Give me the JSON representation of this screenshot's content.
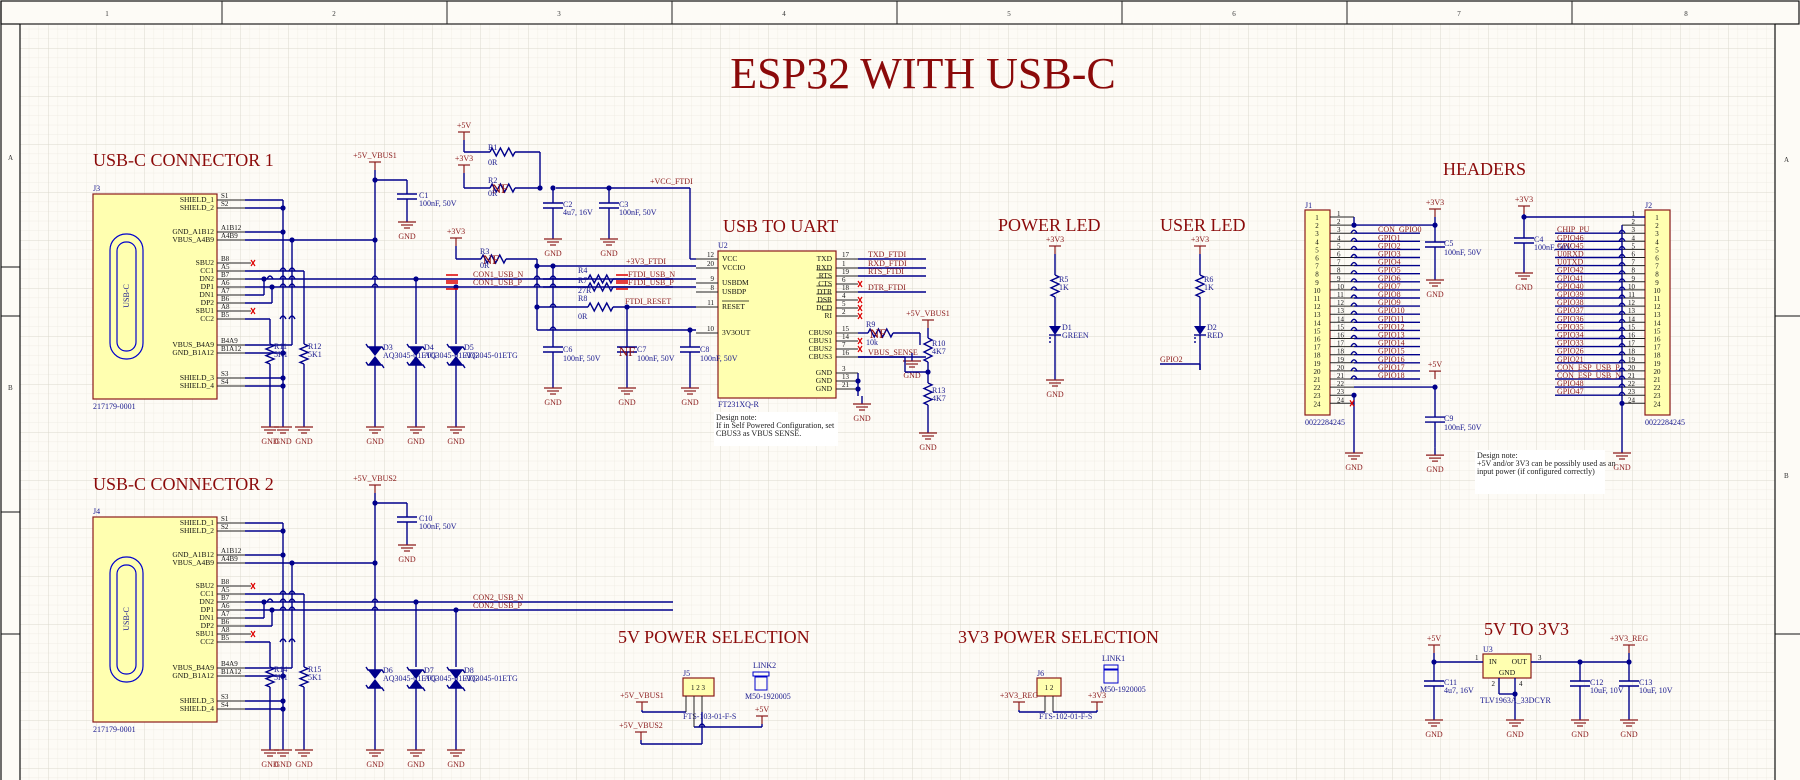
{
  "title": "ESP32 WITH USB-C",
  "ruler": {
    "columns": [
      "1",
      "2",
      "3",
      "4",
      "5",
      "6",
      "7",
      "8"
    ],
    "rows": [
      "A",
      "B"
    ]
  },
  "sections": {
    "usbc1": "USB-C CONNECTOR 1",
    "usbc2": "USB-C CONNECTOR 2",
    "uart": "USB TO UART",
    "power_led": "POWER LED",
    "user_led": "USER LED",
    "headers": "HEADERS",
    "pwr5v": "5V POWER SELECTION",
    "pwr3v3": "3V3 POWER SELECTION",
    "reg": "5V TO 3V3"
  },
  "usbc": {
    "body_label": "USB-C",
    "part": "217179-0001",
    "pins": [
      {
        "name": "SHIELD_1",
        "num": "S1"
      },
      {
        "name": "SHIELD_2",
        "num": "S2"
      },
      {
        "name": "GND_A1B12",
        "num": "A1B12"
      },
      {
        "name": "VBUS_A4B9",
        "num": "A4B9"
      },
      {
        "name": "SBU2",
        "num": "B8"
      },
      {
        "name": "CC1",
        "num": "A5"
      },
      {
        "name": "DN2",
        "num": "B7"
      },
      {
        "name": "DP1",
        "num": "A6"
      },
      {
        "name": "DN1",
        "num": "A7"
      },
      {
        "name": "DP2",
        "num": "B6"
      },
      {
        "name": "SBU1",
        "num": "A8"
      },
      {
        "name": "CC2",
        "num": "B5"
      },
      {
        "name": "VBUS_B4A9",
        "num": "B4A9"
      },
      {
        "name": "GND_B1A12",
        "num": "B1A12"
      },
      {
        "name": "SHIELD_3",
        "num": "S3"
      },
      {
        "name": "SHIELD_4",
        "num": "S4"
      }
    ],
    "c1": {
      "ref": "J3",
      "vbus": "+5V_VBUS1",
      "cap": "C1",
      "cap_val": "100nF, 50V",
      "r_a": "R11",
      "r_b": "R12",
      "r_val": "5K1",
      "d": [
        "D3",
        "D4",
        "D5"
      ],
      "d_val": "AQ3045-01ETG",
      "net_n": "CON1_USB_N",
      "net_p": "CON1_USB_P"
    },
    "c2": {
      "ref": "J4",
      "vbus": "+5V_VBUS2",
      "cap": "C10",
      "cap_val": "100nF, 50V",
      "r_a": "R14",
      "r_b": "R15",
      "r_val": "5K1",
      "d": [
        "D6",
        "D7",
        "D8"
      ],
      "d_val": "AQ3045-01ETG",
      "net_n": "CON2_USB_N",
      "net_p": "CON2_USB_P"
    }
  },
  "power_names": {
    "gnd": "GND",
    "p5v": "+5V",
    "p3v3": "+3V3",
    "p3v3reg": "+3V3_REG"
  },
  "uart": {
    "ref": "U2",
    "part": "FT231XQ-R",
    "left_pins": [
      {
        "name": "VCC",
        "num": "12"
      },
      {
        "name": "VCCIO",
        "num": "20"
      },
      {
        "name": "USBDM",
        "num": "9"
      },
      {
        "name": "USBDP",
        "num": "8"
      },
      {
        "name": "RESET",
        "num": "11"
      },
      {
        "name": "3V3OUT",
        "num": "10"
      }
    ],
    "right_pins": [
      {
        "name": "TXD",
        "num": "17",
        "net": "TXD_FTDI"
      },
      {
        "name": "RXD",
        "num": "1",
        "net": "RXD_FTDI"
      },
      {
        "name": "RTS",
        "num": "19",
        "net": "RTS_FTDI"
      },
      {
        "name": "CTS",
        "num": "6",
        "net": ""
      },
      {
        "name": "DTR",
        "num": "18",
        "net": "DTR_FTDI"
      },
      {
        "name": "DSR",
        "num": "4",
        "net": ""
      },
      {
        "name": "DCD",
        "num": "5",
        "net": ""
      },
      {
        "name": "RI",
        "num": "2",
        "net": ""
      },
      {
        "name": "CBUS0",
        "num": "15",
        "net": ""
      },
      {
        "name": "CBUS1",
        "num": "14",
        "net": ""
      },
      {
        "name": "CBUS2",
        "num": "7",
        "net": ""
      },
      {
        "name": "CBUS3",
        "num": "16",
        "net": "VBUS_SENSE"
      },
      {
        "name": "GND",
        "num": "3",
        "net": ""
      },
      {
        "name": "GND",
        "num": "13",
        "net": ""
      },
      {
        "name": "GND",
        "num": "21",
        "net": ""
      }
    ],
    "nets": {
      "vcc": "+VCC_FTDI",
      "vccio": "+3V3_FTDI",
      "usb_n": "FTDI_USB_N",
      "usb_p": "FTDI_USB_P",
      "reset": "FTDI_RESET",
      "con1_n": "CON1_USB_N",
      "con1_p": "CON1_USB_P",
      "vbus1": "+5V_VBUS1"
    },
    "parts": {
      "r1": "R1",
      "r1v": "0R",
      "r2": "R2",
      "r2v": "0R",
      "r3": "R3",
      "r3v": "0R",
      "r4": "R4",
      "r4v": "27R",
      "r7": "R7",
      "r7v": "27R",
      "r8": "R8",
      "r8v": "0R",
      "r9": "R9",
      "r9v": "10k",
      "r10": "R10",
      "r10v": "4K7",
      "r13": "R13",
      "r13v": "4K7",
      "c2": "C2",
      "c2v": "4u7, 16V",
      "c3": "C3",
      "c3v": "100nF, 50V",
      "c6": "C6",
      "c6v": "100nF, 50V",
      "c7": "C7",
      "c7v": "100nF, 50V",
      "c8": "C8",
      "c8v": "100nF, 50V",
      "nf": "NF"
    },
    "note": [
      "Design note:",
      "If in Self Powered Configuration, set",
      "CBUS3 as VBUS SENSE."
    ]
  },
  "leds": {
    "power": {
      "r": "R5",
      "rv": "1K",
      "d": "D1",
      "dv": "GREEN",
      "supply": "+3V3",
      "gnd": "GND"
    },
    "user": {
      "r": "R6",
      "rv": "1K",
      "d": "D2",
      "dv": "RED",
      "supply": "+3V3",
      "net": "GPIO2"
    }
  },
  "headers": {
    "j1": {
      "ref": "J1",
      "part": "0022284245",
      "pins": [
        "1",
        "2",
        "3",
        "4",
        "5",
        "6",
        "7",
        "8",
        "9",
        "10",
        "11",
        "12",
        "13",
        "14",
        "15",
        "16",
        "17",
        "18",
        "19",
        "20",
        "21",
        "22",
        "23",
        "24"
      ],
      "nets": [
        "",
        "",
        "CON_GPIO0",
        "GPIO1",
        "GPIO2",
        "GPIO3",
        "GPIO4",
        "GPIO5",
        "GPIO6",
        "GPIO7",
        "GPIO8",
        "GPIO9",
        "GPIO10",
        "GPIO11",
        "GPIO12",
        "GPIO13",
        "GPIO14",
        "GPIO15",
        "GPIO16",
        "GPIO17",
        "GPIO18",
        "",
        "",
        ""
      ],
      "c_top": "C5",
      "c_top_v": "100nF, 50V",
      "c_bot": "C9",
      "c_bot_v": "100nF, 50V"
    },
    "j2": {
      "ref": "J2",
      "part": "0022284245",
      "nets": [
        "",
        "",
        "CHIP_PU",
        "GPIO46",
        "GPIO45",
        "U0RXD",
        "U0TXD",
        "GPIO42",
        "GPIO41",
        "GPIO40",
        "GPIO39",
        "GPIO38",
        "GPIO37",
        "GPIO36",
        "GPIO35",
        "GPIO34",
        "GPIO33",
        "GPIO26",
        "GPIO21",
        "CON_ESP_USB_P",
        "CON_ESP_USB_N",
        "GPIO48",
        "GPIO47",
        ""
      ],
      "cap": "C4",
      "cap_v": "100nF, 50V"
    },
    "note": [
      "Design note:",
      "+5V and/or 3V3 can be possibly used as an",
      "input power (if configured correctly)"
    ]
  },
  "pwr5v": {
    "ref": "J5",
    "part": "FTS-103-01-F-S",
    "link": "LINK2",
    "link_part": "M50-1920005",
    "in1": "+5V_VBUS1",
    "in2": "+5V_VBUS2",
    "out": "+5V",
    "pins": "1 2 3"
  },
  "pwr3v3": {
    "ref": "J6",
    "part": "FTS-102-01-F-S",
    "link": "LINK1",
    "link_part": "M50-1920005",
    "in": "+3V3_REG",
    "out": "+3V3",
    "pins": "1 2"
  },
  "reg": {
    "ref": "U3",
    "part": "TLV1963A_33DCYR",
    "in": "IN",
    "out": "OUT",
    "gnd": "GND",
    "pin_in": "1",
    "pin_out": "3",
    "pin_gnd_a": "2",
    "pin_gnd_b": "4",
    "c11": "C11",
    "c11v": "4u7, 16V",
    "c12": "C12",
    "c12v": "10uF, 10V",
    "c13": "C13",
    "c13v": "10uF, 10V"
  }
}
